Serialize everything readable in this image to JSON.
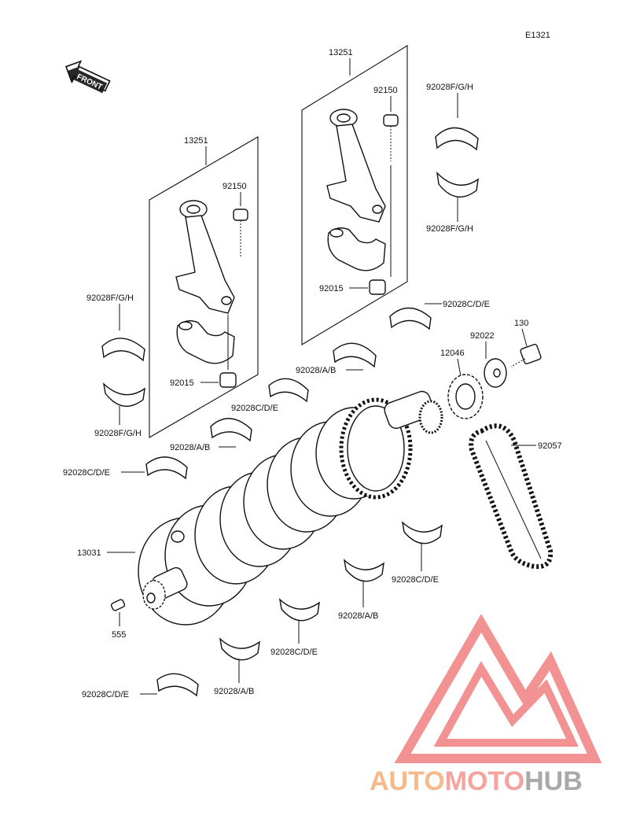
{
  "diagram_code": "E1321",
  "front_label": "FRONT",
  "labels": {
    "conrod_right": "13251",
    "bolt_right": "92150",
    "nut_right": "92015",
    "conrod_left": "13251",
    "bolt_left": "92150",
    "nut_left": "92015",
    "bearing_fgh_top_a": "92028F/G/H",
    "bearing_fgh_top_b": "92028F/G/H",
    "bearing_fgh_left_a": "92028F/G/H",
    "bearing_fgh_left_b": "92028F/G/H",
    "bearing_cde_1": "92028C/D/E",
    "bearing_ab_1": "92028/A/B",
    "bearing_cde_2": "92028C/D/E",
    "bearing_ab_2": "92028/A/B",
    "bearing_cde_3": "92028C/D/E",
    "bearing_cde_4": "92028C/D/E",
    "bearing_ab_3": "92028/A/B",
    "bearing_cde_5": "92028C/D/E",
    "bearing_ab_4": "92028/A/B",
    "bearing_cde_6": "92028C/D/E",
    "washer": "92022",
    "bolt_130": "130",
    "sprocket": "12046",
    "chain": "92057",
    "crankshaft": "13031",
    "pin": "555"
  },
  "watermark": {
    "part1": "AUTO",
    "part2": "MOTO",
    "part3": "HUB",
    "color1": "#f7b98a",
    "color2": "#f4a3a0",
    "color3": "#a9a9a9",
    "logo_color": "#f08080"
  }
}
